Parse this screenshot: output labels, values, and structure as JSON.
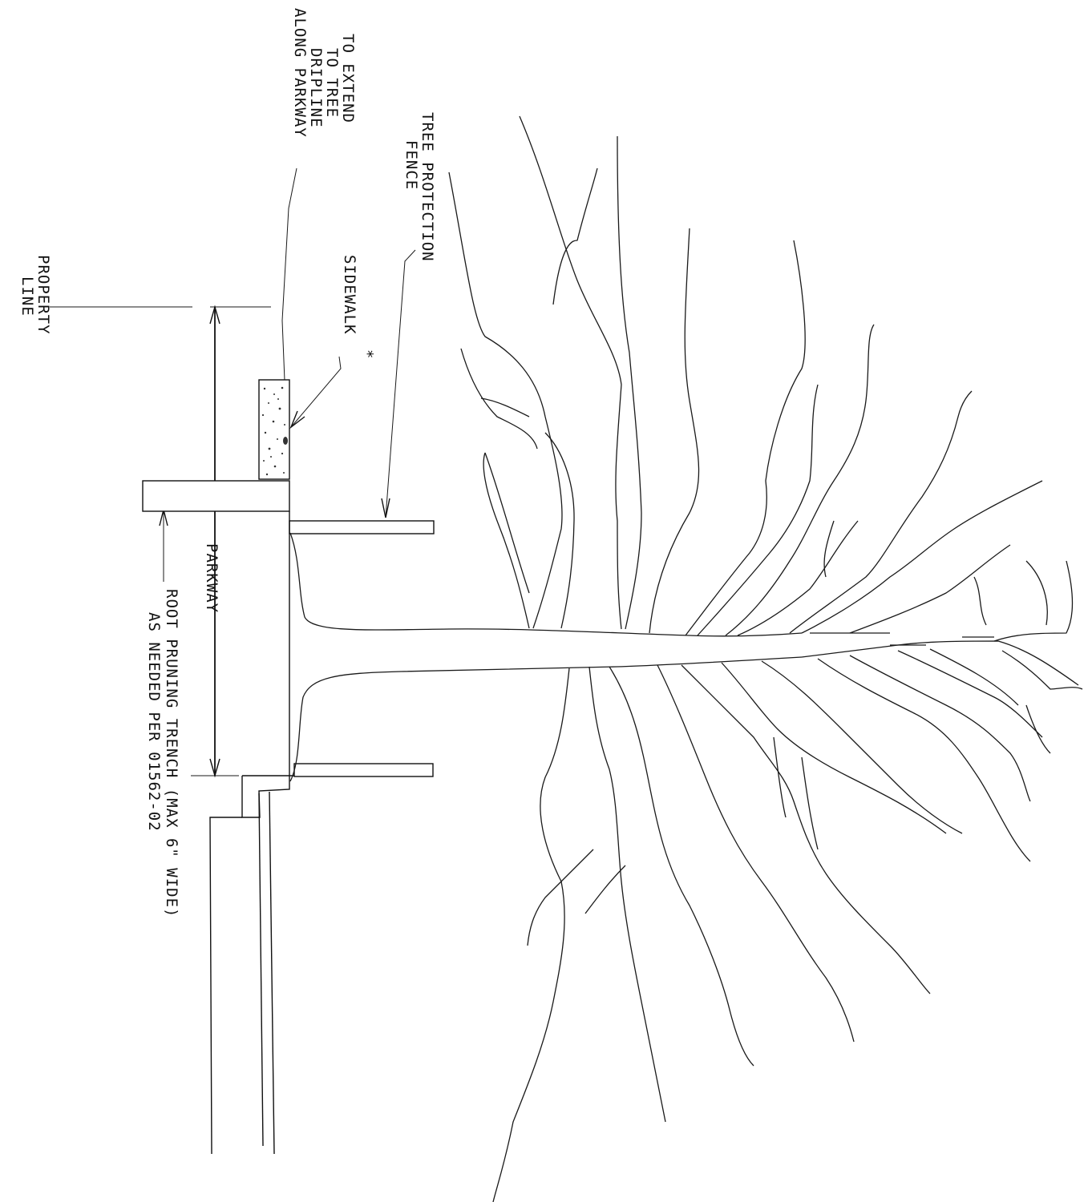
{
  "labels": {
    "to_extend": [
      "TO EXTEND",
      "TO TREE",
      "DRIPLINE",
      "ALONG PARKWAY"
    ],
    "tree_protection_fence": [
      "TREE PROTECTION",
      "FENCE"
    ],
    "sidewalk": "SIDEWALK",
    "sidewalk_mark": "*",
    "property_line": [
      "PROPERTY",
      "LINE"
    ],
    "parkway": "PARKWAY",
    "root_pruning": [
      "ROOT PRUNING TRENCH (MAX 6\" WIDE)",
      "AS NEEDED PER 01562-02"
    ]
  },
  "colors": {
    "line": "#111111",
    "background": "#ffffff"
  }
}
